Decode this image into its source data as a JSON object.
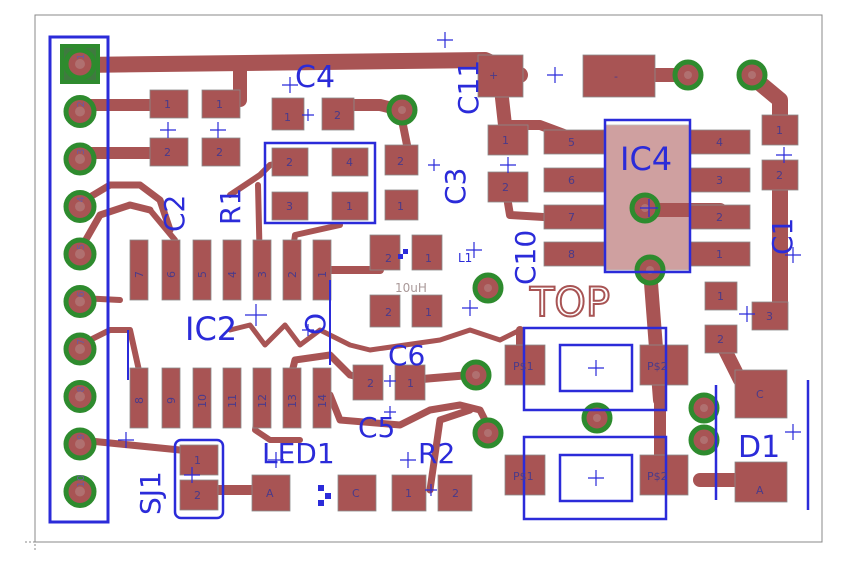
{
  "board": {
    "copper_color": "#a85454",
    "silkscreen_color": "#2b2bd9",
    "via_ring_color": "#2e8b2e",
    "outline_color": "#888888"
  },
  "header_pins": [
    "1",
    "2",
    "3",
    "4",
    "5",
    "6",
    "7",
    "8",
    "9",
    "10"
  ],
  "labels": {
    "c4": "C4",
    "c11": "C11",
    "c2": "C2",
    "r1": "R1",
    "c3": "C3",
    "ic4": "IC4",
    "c10": "C10",
    "c1": "C1",
    "ic2": "IC2",
    "o": "O",
    "top": "TOP",
    "c6": "C6",
    "c5": "C5",
    "led1": "LED1",
    "r2": "R2",
    "d1": "D1",
    "sj1": "SJ1",
    "l1": "L1",
    "val_10uh": "10uH"
  },
  "pad_text": {
    "one": "1",
    "two": "2",
    "three": "3",
    "four": "4",
    "five": "5",
    "six": "6",
    "seven": "7",
    "eight": "8",
    "nine": "9",
    "ten": "10",
    "eleven": "11",
    "twelve": "12",
    "thirteen": "13",
    "fourteen": "14",
    "plus": "+",
    "minus": "-",
    "a": "A",
    "c": "C",
    "ps1": "P$1",
    "ps2": "P$2"
  }
}
